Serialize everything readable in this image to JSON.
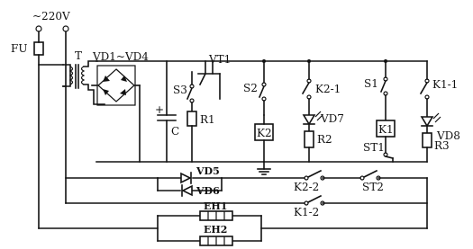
{
  "labels": {
    "supply": "~220V",
    "fuse": "FU",
    "transformer": "T",
    "bridge": "VD1~VD4",
    "transistor": "VT1",
    "s3": "S3",
    "r1": "R1",
    "c": "C",
    "s2": "S2",
    "k2coil": "K2",
    "k2_1": "K2-1",
    "vd7": "VD7",
    "r2": "R2",
    "s1": "S1",
    "k1coil": "K1",
    "k1_1": "K1-1",
    "vd8": "VD8",
    "r3": "R3",
    "st1": "ST1",
    "vd5": "VD5",
    "vd6": "VD6",
    "k2_2": "K2-2",
    "st2": "ST2",
    "k1_2": "K1-2",
    "eh1": "EH1",
    "eh2": "EH2"
  }
}
